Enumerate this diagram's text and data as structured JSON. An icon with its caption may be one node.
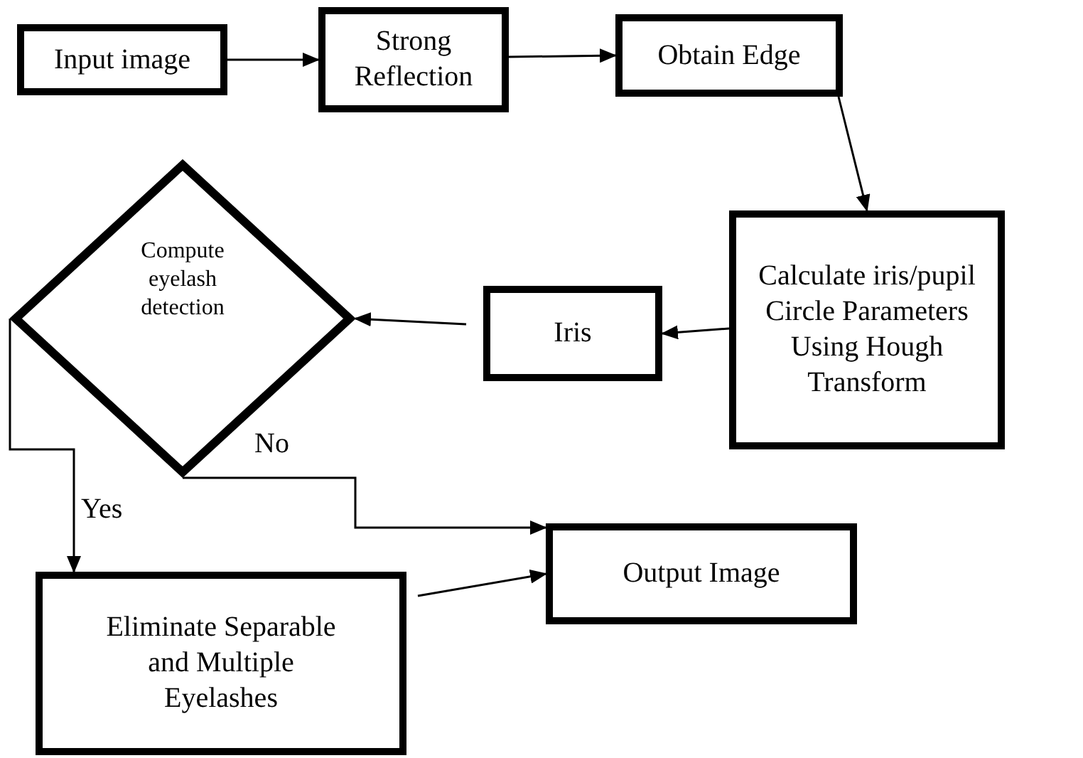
{
  "diagram": {
    "nodes": [
      {
        "text": [
          "Input image"
        ]
      },
      {
        "text": [
          "Strong Reflection"
        ]
      },
      {
        "text": [
          "Obtain Edge"
        ]
      },
      {
        "text": [
          "Calculate iris/pupil Circle Parameters Using Hough Transform"
        ]
      },
      {
        "text": [
          "Iris"
        ]
      },
      {
        "text": [
          "Compute eyelash detection"
        ]
      },
      {
        "text": [
          "Eliminate Separable and Multiple Eyelashes"
        ]
      },
      {
        "text": [
          "Output Image"
        ]
      }
    ],
    "edges": [
      {
        "from": 0,
        "to": 1,
        "arrow": "to"
      },
      {
        "from": 1,
        "to": 2,
        "arrow": "to"
      },
      {
        "from": 2,
        "to": 3,
        "arrow": "to"
      },
      {
        "from": 3,
        "to": 4,
        "arrow": "to"
      },
      {
        "from": 4,
        "to": 5,
        "arrow": "to"
      },
      {
        "from": 5,
        "to": 6,
        "arrow": "to",
        "label": "Yes"
      },
      {
        "from": 5,
        "to": 7,
        "arrow": "to",
        "label": "No"
      },
      {
        "from": 6,
        "to": 7,
        "arrow": "to"
      }
    ]
  }
}
